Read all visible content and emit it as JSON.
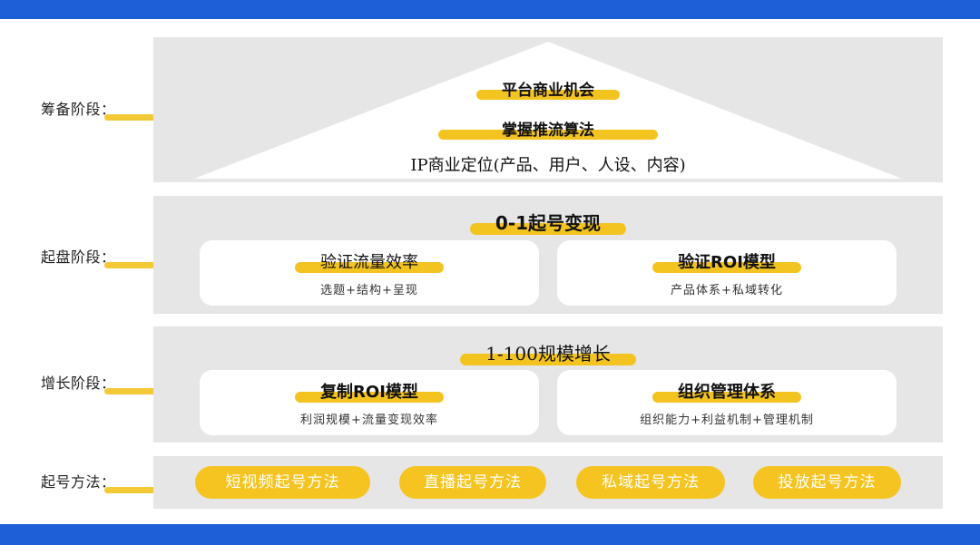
{
  "stages": {
    "prep": "筹备阶段：",
    "launch": "起盘阶段：",
    "growth": "增长阶段：",
    "methods": "起号方法："
  },
  "prep_panel": {
    "line1": "平台商业机会",
    "line2": "掌握推流算法",
    "line3": "IP商业定位(产品、用户、人设、内容)"
  },
  "launch_panel": {
    "title": "0-1起号变现",
    "cards": [
      {
        "title": "验证流量效率",
        "subtitle": "选题+结构+呈现"
      },
      {
        "title": "验证ROI模型",
        "subtitle": "产品体系+私域转化"
      }
    ]
  },
  "growth_panel": {
    "title": "1-100规模增长",
    "cards": [
      {
        "title": "复制ROI模型",
        "subtitle": "利润规模+流量变现效率"
      },
      {
        "title": "组织管理体系",
        "subtitle": "组织能力+利益机制+管理机制"
      }
    ]
  },
  "methods": [
    "短视频起号方法",
    "直播起号方法",
    "私域起号方法",
    "投放起号方法"
  ],
  "colors": {
    "brand_blue": "#1E5FD8",
    "highlight_yellow": "#F3C320",
    "panel_gray": "#E6E6E6"
  }
}
